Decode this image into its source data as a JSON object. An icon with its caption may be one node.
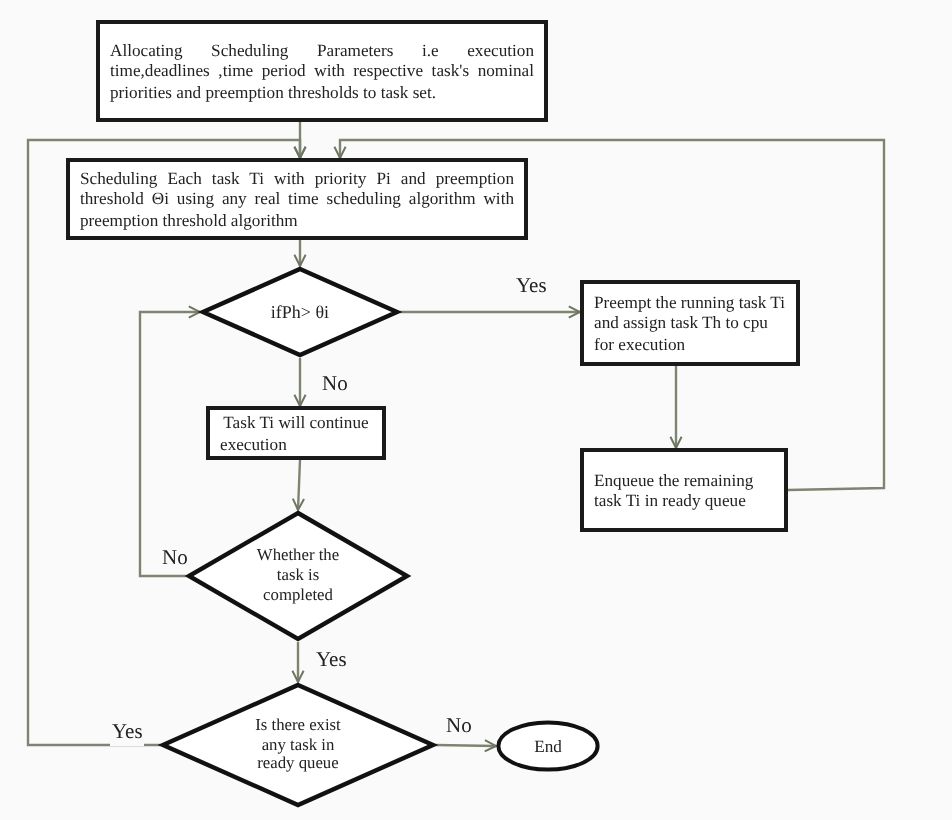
{
  "diagram": {
    "nodes": [
      {
        "text": [
          "Allocating Scheduling Parameters i.e execution time,deadlines ,time period with respective task's nominal priorities and preemption thresholds to task set."
        ]
      },
      {
        "text": [
          "Scheduling Each task Ti with priority Pi and preemption threshold Θi using any real time scheduling algorithm with preemption threshold algorithm"
        ]
      },
      {
        "text": [
          "ifPh> θi"
        ]
      },
      {
        "text": [
          "Preempt the running task Ti and assign task Th to cpu for execution"
        ]
      },
      {
        "text": [
          "Task Ti will continue execution"
        ]
      },
      {
        "text": [
          "Enqueue the remaining task Ti in ready queue"
        ]
      },
      {
        "text": [
          "Whether the task is completed"
        ]
      },
      {
        "text": [
          "Is there exist any task in ready queue"
        ]
      },
      {
        "text": [
          "End"
        ]
      }
    ],
    "edges": [
      {
        "from": 0,
        "to": 1,
        "arrow": "to"
      },
      {
        "from": 1,
        "to": 2,
        "arrow": "to"
      },
      {
        "from": 2,
        "to": 3,
        "arrow": "to",
        "label": "Yes"
      },
      {
        "from": 3,
        "to": 5,
        "arrow": "to"
      },
      {
        "from": 5,
        "to": 1,
        "arrow": "to"
      },
      {
        "from": 2,
        "to": 4,
        "arrow": "to",
        "label": "No"
      },
      {
        "from": 4,
        "to": 6,
        "arrow": "to"
      },
      {
        "from": 6,
        "to": 2,
        "arrow": "to",
        "label": "No"
      },
      {
        "from": 6,
        "to": 7,
        "arrow": "to",
        "label": "Yes"
      },
      {
        "from": 7,
        "to": 1,
        "arrow": "to",
        "label": "Yes"
      },
      {
        "from": 7,
        "to": 8,
        "arrow": "to",
        "label": "No"
      }
    ]
  }
}
